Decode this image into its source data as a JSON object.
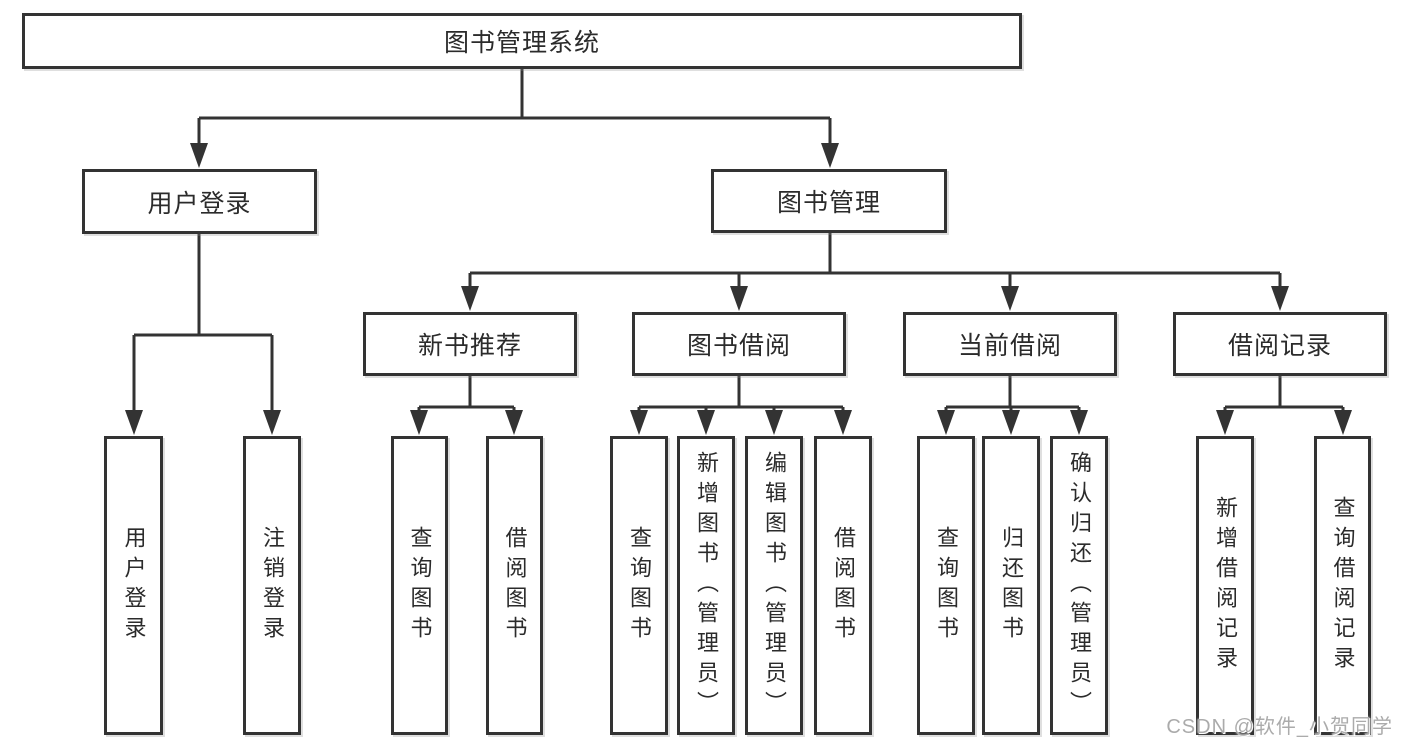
{
  "diagram": {
    "root": {
      "label": "图书管理系统"
    },
    "branches": [
      {
        "label": "用户登录",
        "children": [
          {
            "label": "用户登录"
          },
          {
            "label": "注销登录"
          }
        ]
      },
      {
        "label": "图书管理",
        "children": [
          {
            "label": "新书推荐",
            "children": [
              {
                "label": "查询图书"
              },
              {
                "label": "借阅图书"
              }
            ]
          },
          {
            "label": "图书借阅",
            "children": [
              {
                "label": "查询图书"
              },
              {
                "label": "新增图书（管理员）"
              },
              {
                "label": "编辑图书（管理员）"
              },
              {
                "label": "借阅图书"
              }
            ]
          },
          {
            "label": "当前借阅",
            "children": [
              {
                "label": "查询图书"
              },
              {
                "label": "归还图书"
              },
              {
                "label": "确认归还（管理员）"
              }
            ]
          },
          {
            "label": "借阅记录",
            "children": [
              {
                "label": "新增借阅记录"
              },
              {
                "label": "查询借阅记录"
              }
            ]
          }
        ]
      }
    ]
  },
  "watermark": {
    "text": "CSDN @软件_小贺同学"
  },
  "colors": {
    "line": "#333333",
    "box_border": "#333333",
    "box_background": "#ffffff",
    "text": "#2b2b2b",
    "watermark": "#ababab",
    "page_background": "#ffffff"
  }
}
